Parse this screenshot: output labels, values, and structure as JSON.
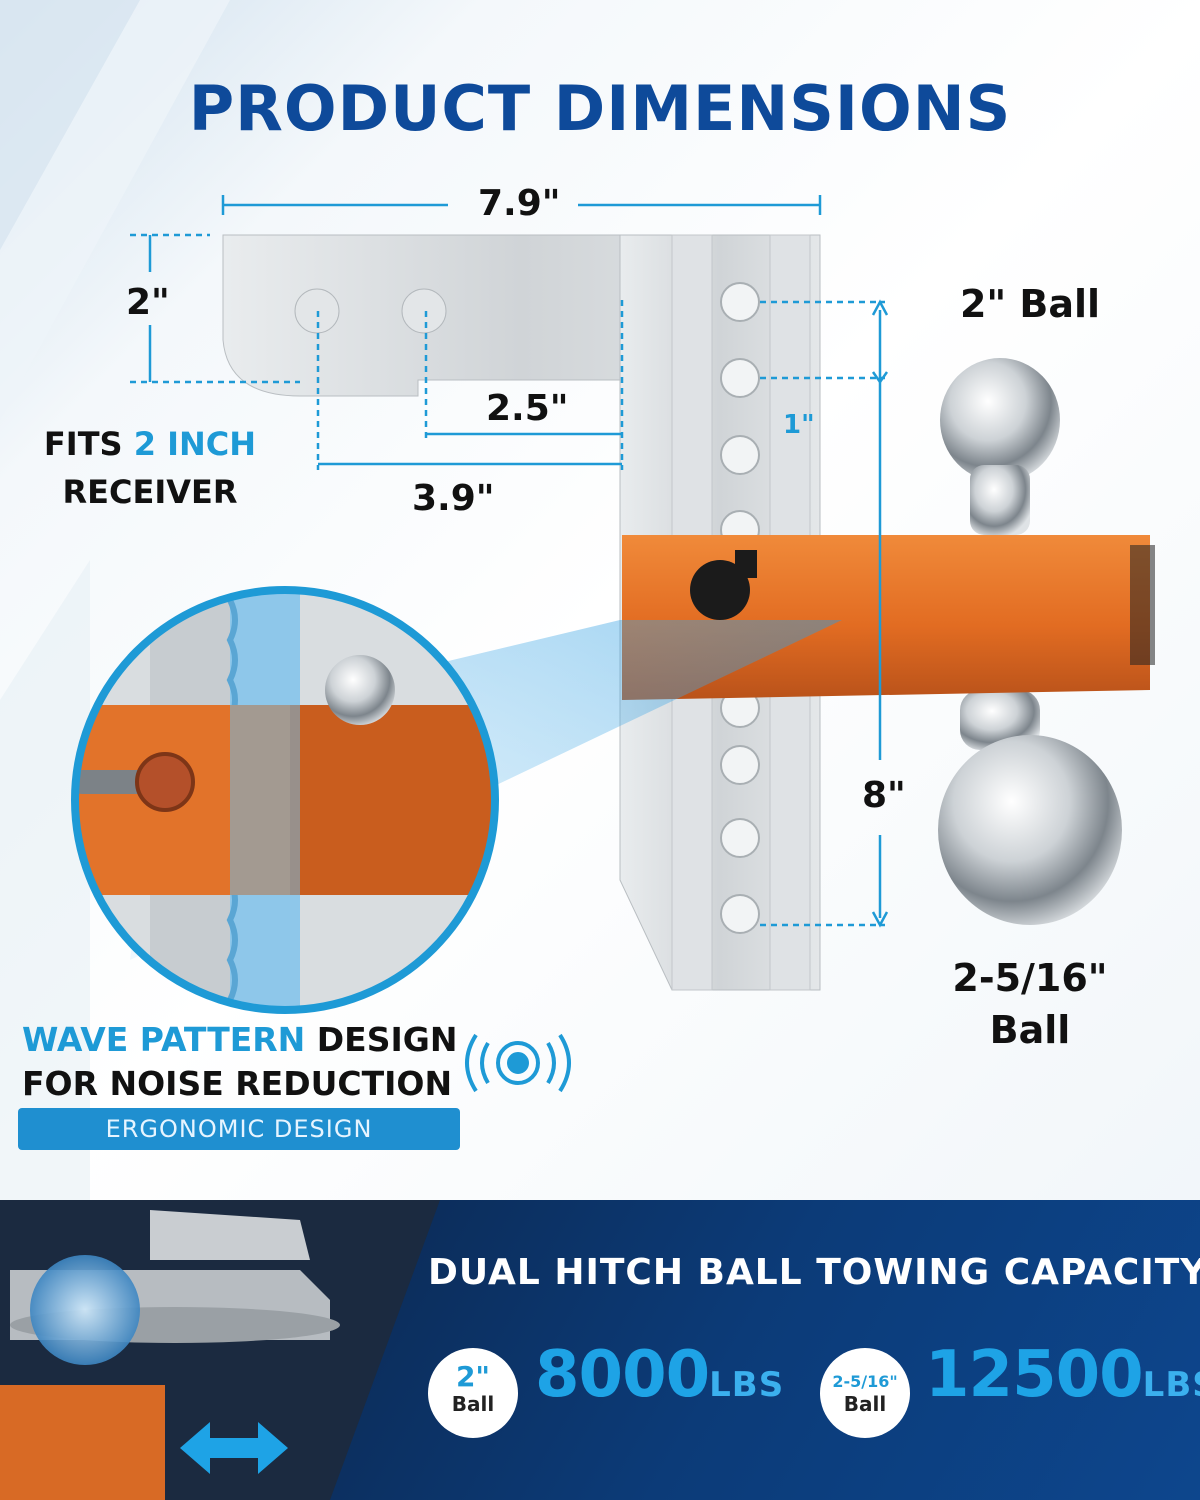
{
  "title": "PRODUCT DIMENSIONS",
  "dimensions": {
    "overall_length": "7.9\"",
    "shank_height": "2\"",
    "pin_hole_to_shank_a": "2.5\"",
    "pin_hole_to_shank_b": "3.9\"",
    "hole_spacing": "1\"",
    "drop_rise": "8\""
  },
  "labels": {
    "ball_top": "2\" Ball",
    "ball_bottom": "2-5/16\"\nBall"
  },
  "receiver": {
    "prefix": "FITS ",
    "highlight": "2 INCH",
    "suffix": "RECEIVER"
  },
  "feature": {
    "highlight": "WAVE PATTERN",
    "rest_line1": " DESIGN",
    "line2": "FOR NOISE REDUCTION",
    "badge": "ERGONOMIC DESIGN"
  },
  "capacity": {
    "heading": "DUAL HITCH BALL TOWING CAPACITY",
    "items": [
      {
        "size": "2\"",
        "ball": "Ball",
        "value": "8000",
        "unit": "LBS"
      },
      {
        "size": "2-5/16\"",
        "ball": "Ball",
        "value": "12500",
        "unit": "LBS"
      }
    ]
  },
  "colors": {
    "title_blue": "#0e4a9a",
    "accent_blue": "#1e9ad6",
    "hitch_orange": "#e8752a",
    "metal": "#cfd3d6",
    "bottom_bg": "#0c3b78"
  },
  "icons": [
    "sound-wave-icon",
    "double-arrow-icon"
  ]
}
